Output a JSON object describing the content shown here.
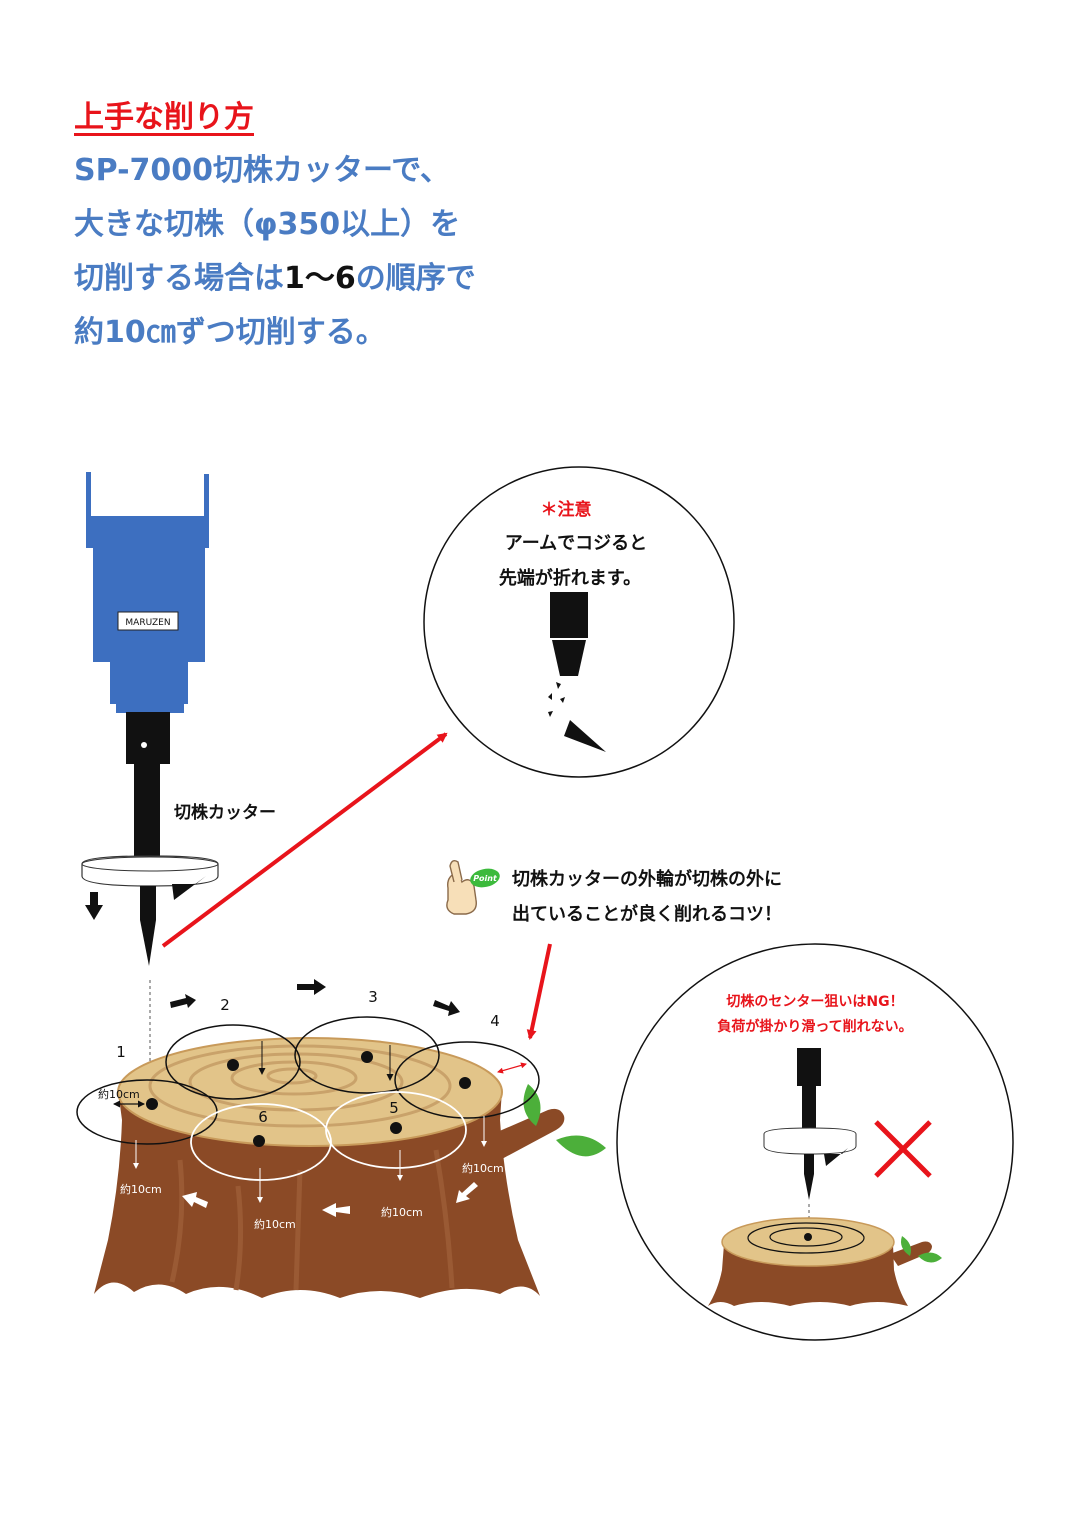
{
  "heading": "上手な削り方",
  "intro": {
    "line1": "SP-7000切株カッターで、",
    "line2": "大きな切株（φ350以上）を",
    "line3_a": "切削する場合は",
    "line3_b": "1〜6",
    "line3_c": "の順序で",
    "line4": "約10㎝ずつ切削する。"
  },
  "machine": {
    "brand": "MARUZEN",
    "label": "切株カッター"
  },
  "caution": {
    "title": "＊注意",
    "line1": "アームでコジると",
    "line2": "先端が折れます。"
  },
  "point": {
    "badge": "Point",
    "line1": "切株カッターの外輪が切株の外に",
    "line2": "出ていることが良く削れるコツ！"
  },
  "ng": {
    "line1": "切株のセンター狙いはNG！",
    "line2": "負荷が掛かり滑って削れない。"
  },
  "steps": [
    "1",
    "2",
    "3",
    "4",
    "5",
    "6"
  ],
  "distance_label": "約10cm",
  "colors": {
    "heading": "#e8141b",
    "intro": "#4a7cc3",
    "machine_blue": "#3d6fc0",
    "stump_bark": "#8b4a26",
    "stump_top": "#e2c489",
    "leaf": "#4caf3a",
    "arrow_red": "#e8141b"
  }
}
